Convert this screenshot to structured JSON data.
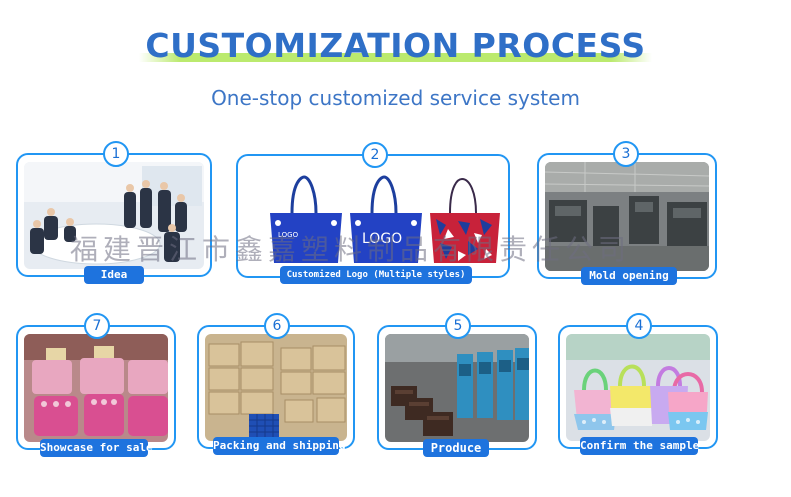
{
  "header": {
    "title": "CUSTOMIZATION PROCESS",
    "subtitle": "One-stop customized service system"
  },
  "steps": [
    {
      "number": "1",
      "label": "Idea"
    },
    {
      "number": "2",
      "label": "Customized Logo (Multiple styles)",
      "logo_text": [
        "LOGO",
        "LOGO"
      ]
    },
    {
      "number": "3",
      "label": "Mold opening"
    },
    {
      "number": "4",
      "label": "Confirm the sample"
    },
    {
      "number": "5",
      "label": "Produce"
    },
    {
      "number": "6",
      "label": "Packing and shipping"
    },
    {
      "number": "7",
      "label": "Showcase for sale"
    }
  ],
  "watermark": "福建晋江市鑫嘉塑料制品有限责任公司",
  "colors": {
    "accent": "#2196f3",
    "title": "#2f6fc7",
    "label_bg": "#1e73de",
    "title_underline": "#b0e655"
  }
}
